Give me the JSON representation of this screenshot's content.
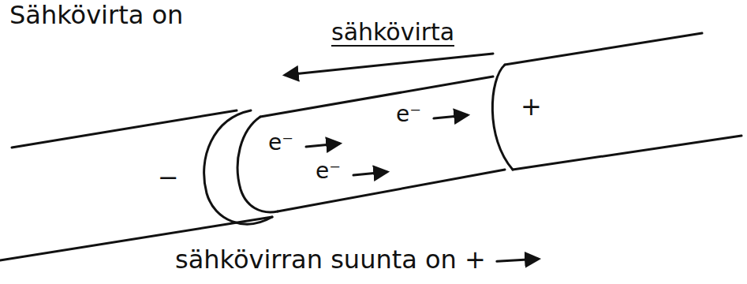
{
  "diagram": {
    "labels": [
      "Sähkövirta on",
      "sähkövirta",
      "e⁻",
      "e⁻",
      "e⁻",
      "−",
      "+",
      "sähkövirran suunta on +"
    ]
  }
}
